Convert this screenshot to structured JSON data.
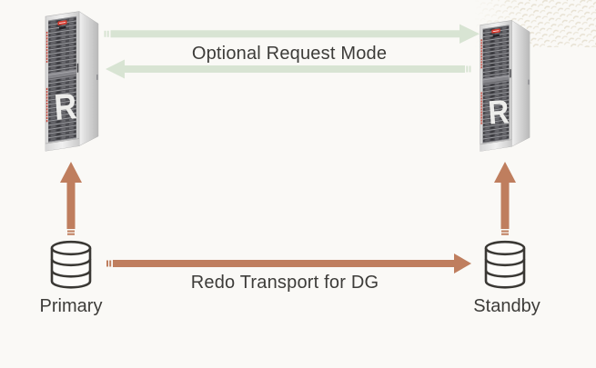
{
  "canvas": {
    "background": "#faf9f6"
  },
  "colors": {
    "request_arrow_green": "#d8e4d3",
    "redo_arrow_copper": "#bf7e5e",
    "label_text": "#3d3c39",
    "rack_badge_red": "#d8382c"
  },
  "flows": [
    {
      "label": "Optional Request Mode",
      "between": [
        "primary_rack",
        "standby_rack"
      ],
      "direction": "bidirectional",
      "color": "#d8e4d3"
    },
    {
      "label": "Redo Transport for DG",
      "between": [
        "primary_db",
        "standby_db"
      ],
      "direction": "left-to-right",
      "color": "#bf7e5e"
    }
  ],
  "nodes": {
    "primary_rack": {
      "icon": "oracle-recovery-appliance-rack",
      "letter": "R"
    },
    "standby_rack": {
      "icon": "oracle-recovery-appliance-rack",
      "letter": "R"
    },
    "primary_db": {
      "label": "Primary",
      "icon": "database-cylinder"
    },
    "standby_db": {
      "label": "Standby",
      "icon": "database-cylinder"
    }
  }
}
